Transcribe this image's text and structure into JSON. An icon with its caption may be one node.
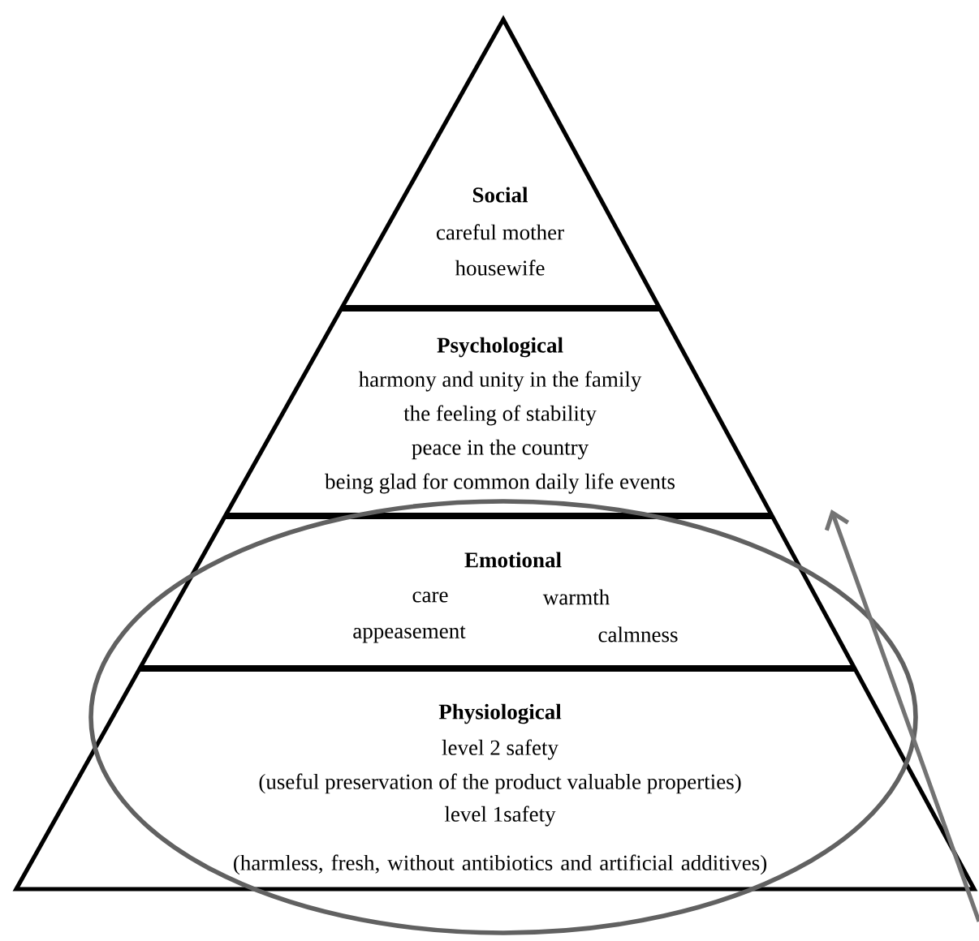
{
  "diagram": {
    "nodes": [
      {
        "text": [
          "Social",
          "careful mother",
          "housewife"
        ]
      },
      {
        "text": [
          "Psychological",
          "harmony and unity in the family",
          "the feeling of stability",
          "peace in the country",
          "being glad for common daily life events"
        ]
      },
      {
        "text": [
          "Emotional",
          "care",
          "warmth",
          "appeasement",
          "calmness"
        ]
      },
      {
        "text": [
          "Physiological",
          "level 2 safety",
          "(useful preservation of the product valuable properties)",
          "level 1safety",
          "(harmless, fresh, without antibiotics and artificial additives)"
        ]
      }
    ]
  }
}
